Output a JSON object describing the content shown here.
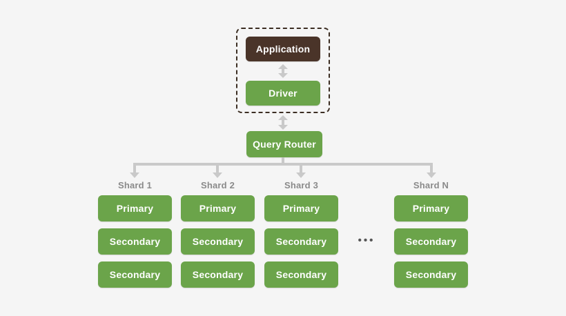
{
  "client_group": {
    "application_label": "Application",
    "driver_label": "Driver"
  },
  "router": {
    "label": "Query Router"
  },
  "ellipsis": "•••",
  "shards": [
    {
      "label": "Shard 1",
      "nodes": [
        "Primary",
        "Secondary",
        "Secondary"
      ]
    },
    {
      "label": "Shard 2",
      "nodes": [
        "Primary",
        "Secondary",
        "Secondary"
      ]
    },
    {
      "label": "Shard 3",
      "nodes": [
        "Primary",
        "Secondary",
        "Secondary"
      ]
    },
    {
      "label": "Shard N",
      "nodes": [
        "Primary",
        "Secondary",
        "Secondary"
      ]
    }
  ],
  "colors": {
    "background": "#f5f5f5",
    "node_green": "#6ba44a",
    "application_brown": "#4a3429",
    "connector_gray": "#c9c9c9",
    "shard_label_gray": "#8a8a8a",
    "dashed_border": "#3b2d22",
    "ellipsis_dots": "#555555"
  }
}
